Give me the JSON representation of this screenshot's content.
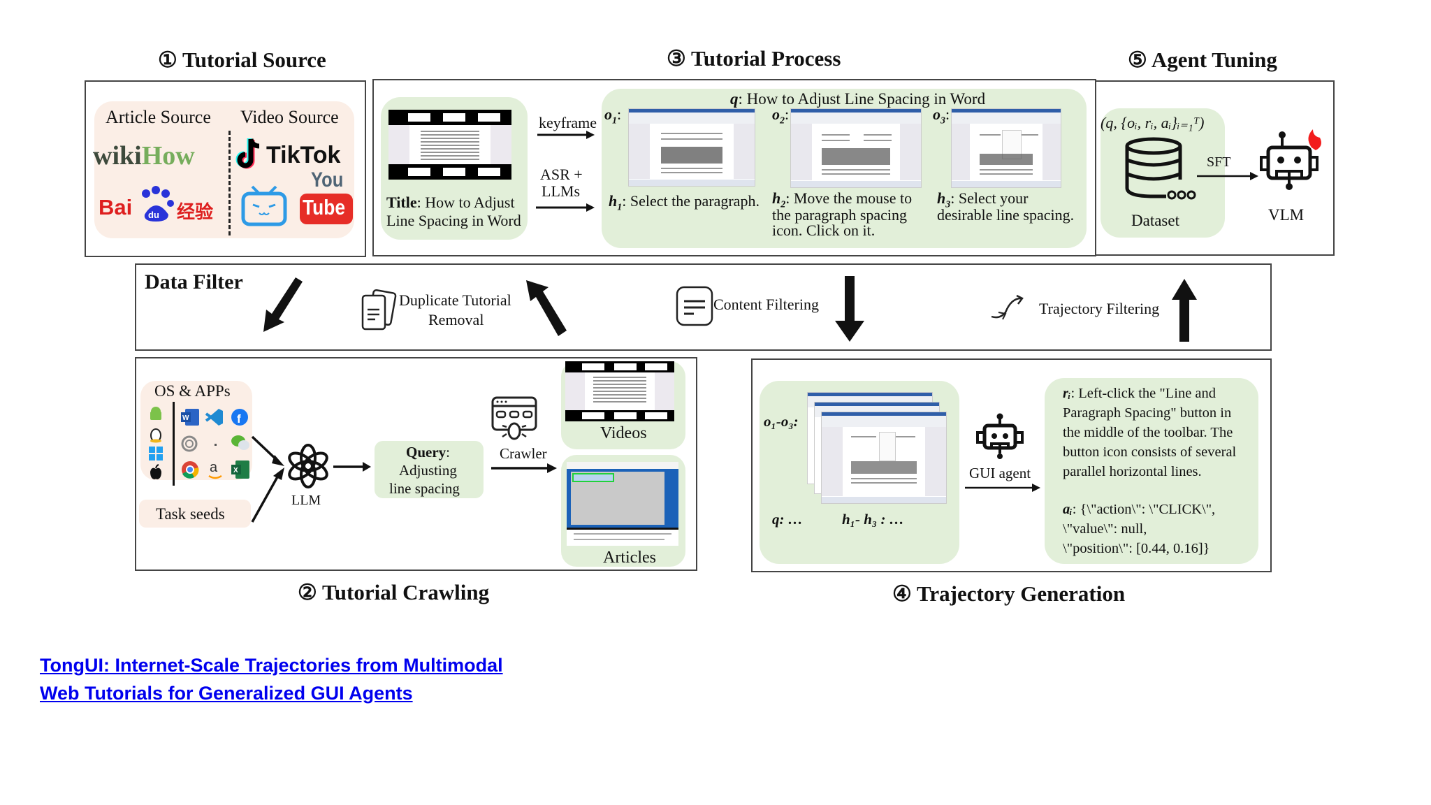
{
  "sections": {
    "tutorial_source": {
      "title": "① Tutorial Source",
      "article_label": "Article Source",
      "video_label": "Video Source",
      "logos": {
        "wikihow_a": "wiki",
        "wikihow_b": "How",
        "baidu_a": "Bai",
        "baidu_b": "du",
        "baidu_c": "经验",
        "tiktok": "TikTok",
        "youtube_a": "You",
        "youtube_b": "Tube"
      }
    },
    "tutorial_process": {
      "title": "③ Tutorial Process",
      "video_title_label": "Title",
      "video_title_text": ": How to Adjust",
      "video_title_text2": "Line Spacing in Word",
      "arrow_keyframe": "keyframe",
      "arrow_asr_1": "ASR +",
      "arrow_asr_2": "LLMs",
      "query_label": "q",
      "query_text": ": How to Adjust Line Spacing in Word",
      "steps": [
        {
          "obs": "o",
          "obs_sub": "1",
          "hint": "h",
          "hint_sub": "1",
          "text_lines": [
            ": Select the paragraph."
          ]
        },
        {
          "obs": "o",
          "obs_sub": "2",
          "hint": "h",
          "hint_sub": "2",
          "text_lines": [
            ": Move the mouse to",
            "the paragraph spacing",
            "icon. Click on it."
          ]
        },
        {
          "obs": "o",
          "obs_sub": "3",
          "hint": "h",
          "hint_sub": "3",
          "text_lines": [
            ": Select your",
            "desirable line spacing."
          ]
        }
      ]
    },
    "agent_tuning": {
      "title": "⑤ Agent Tuning",
      "formula": "(q, {oᵢ, rᵢ, aᵢ}ᵢ₌₁ᵀ)",
      "dataset_label": "Dataset",
      "sft_label": "SFT",
      "vlm_label": "VLM"
    },
    "data_filter": {
      "title": "Data Filter",
      "duplicate_1": "Duplicate Tutorial",
      "duplicate_2": "Removal",
      "content": "Content Filtering",
      "trajectory": "Trajectory Filtering"
    },
    "tutorial_crawling": {
      "title": "② Tutorial Crawling",
      "os_apps": "OS & APPs",
      "task_seeds": "Task seeds",
      "llm": "LLM",
      "query_label": "Query",
      "query_colon": ":",
      "query_1": "Adjusting",
      "query_2": "line spacing",
      "crawler": "Crawler",
      "videos": "Videos",
      "articles": "Articles"
    },
    "trajectory_generation": {
      "title": "④ Trajectory Generation",
      "obs_range": "o₁-o₃:",
      "q_text": "q: …",
      "h_range": "h₁- h₃ : …",
      "gui_agent": "GUI agent",
      "reason_label": "rᵢ",
      "reason_lines": [
        ": Left-click the \"Line and",
        "Paragraph Spacing\" button in",
        "the middle of the toolbar. The",
        "button icon consists of several",
        "parallel horizontal lines."
      ],
      "action_label": "aᵢ",
      "action_lines": [
        ": {\\\"action\\\": \\\"CLICK\\\",",
        "\\\"value\\\": null,",
        "\\\"position\\\": [0.44, 0.16]}"
      ]
    }
  },
  "paper_link": {
    "line1": "TongUI: Internet-Scale Trajectories from Multimodal",
    "line2": "Web Tutorials for Generalized GUI Agents"
  },
  "colors": {
    "green_panel": "#e2efd9",
    "peach_panel": "#fbeee6",
    "link": "#0000ee",
    "wikihow_dark": "#3d4a3c",
    "wikihow_green": "#76ad5c",
    "baidu_red": "#de1f1f",
    "baidu_blue": "#2933d9",
    "youtube_red": "#e62d27",
    "bilibili_blue": "#2d9ae6"
  }
}
